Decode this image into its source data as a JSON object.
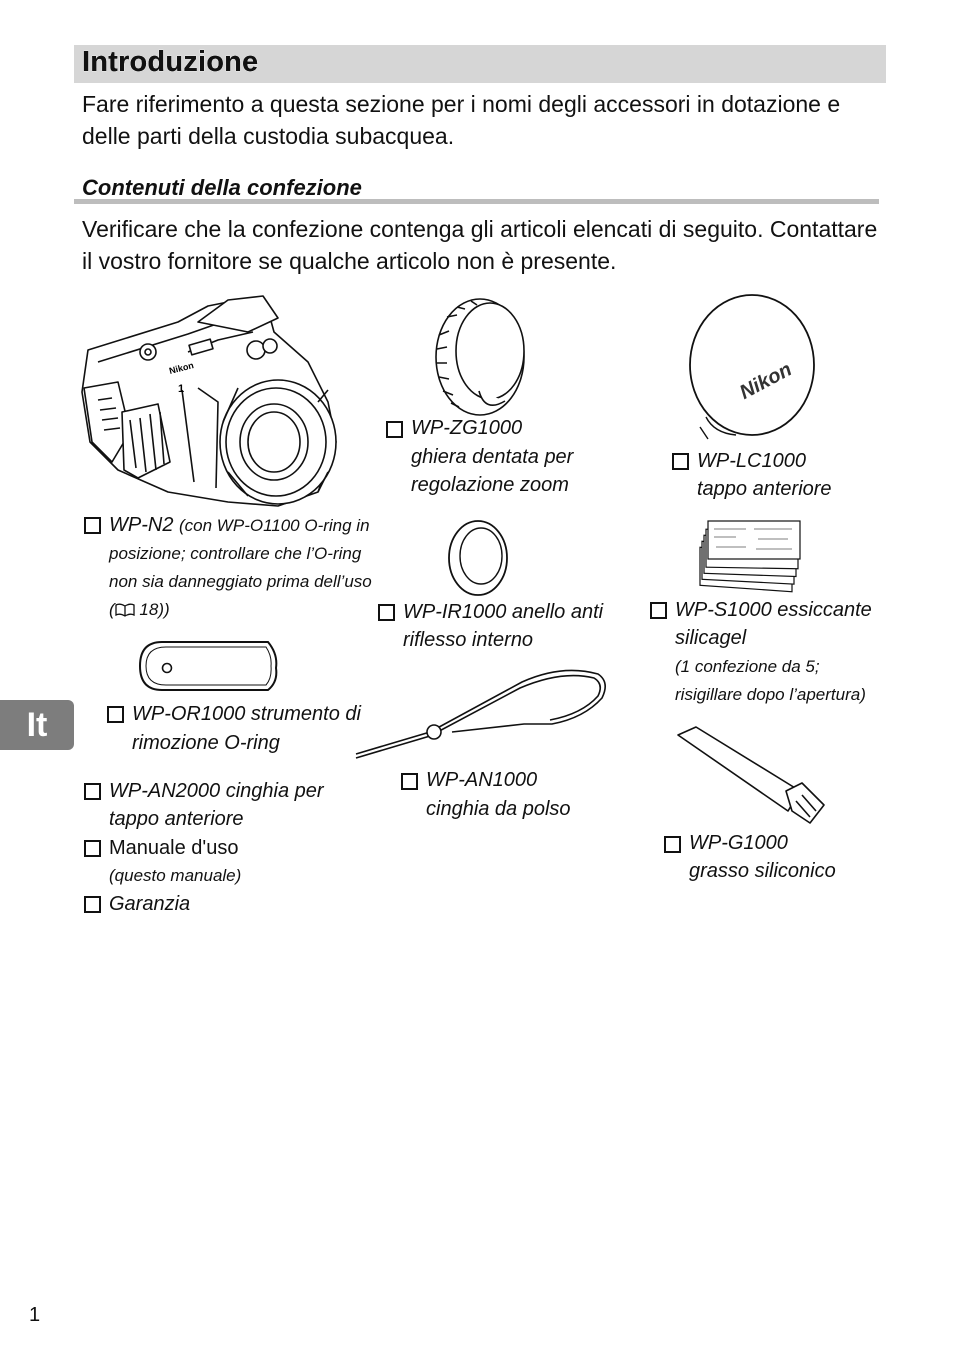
{
  "page": {
    "title": "Introduzione",
    "intro": "Fare riferimento a questa sezione per i nomi degli accessori in dotazione e delle parti della custodia subacquea.",
    "subtitle": "Contenuti della confezione",
    "verify": "Verificare che la confezione contenga gli articoli elencati di seguito. Contattare il vostro fornitore se qualche articolo non è presente.",
    "language_tab": "It",
    "page_number": "1"
  },
  "items": {
    "wpn2": {
      "name": "WP-N2",
      "note1": "(con WP-O1100 O-ring in",
      "note2": "posizione; controllare che l’O-ring",
      "note3": "non sia danneggiato prima dell’uso",
      "note4_ref_icon": "book-icon",
      "note4": "18))"
    },
    "wpor": {
      "line1": "WP-OR1000 strumento di",
      "line2": "rimozione O-ring"
    },
    "wpan2000": {
      "line1": "WP-AN2000 cinghia per",
      "line2": "tappo anteriore"
    },
    "manual": {
      "line1": "Manuale d'uso",
      "line2": "(questo manuale)"
    },
    "warranty": {
      "line1": "Garanzia"
    },
    "wpzg": {
      "line1": "WP-ZG1000",
      "line2": "ghiera dentata per",
      "line3": "regolazione zoom"
    },
    "wpir": {
      "line1": "WP-IR1000 anello anti",
      "line2": "riflesso interno"
    },
    "wpan1000": {
      "line1": "WP-AN1000",
      "line2": "cinghia da polso"
    },
    "wplc": {
      "line1": "WP-LC1000",
      "line2": "tappo anteriore",
      "cap_logo": "Nikon"
    },
    "wps": {
      "line1": "WP-S1000 essiccante",
      "line2": "silicagel",
      "line3": "(1 confezione da 5;",
      "line4": "risigillare dopo l’apertura)"
    },
    "wpg": {
      "line1": "WP-G1000",
      "line2": "grasso siliconico"
    }
  },
  "camera_logo": "Nikon",
  "camera_model_mark": "1"
}
